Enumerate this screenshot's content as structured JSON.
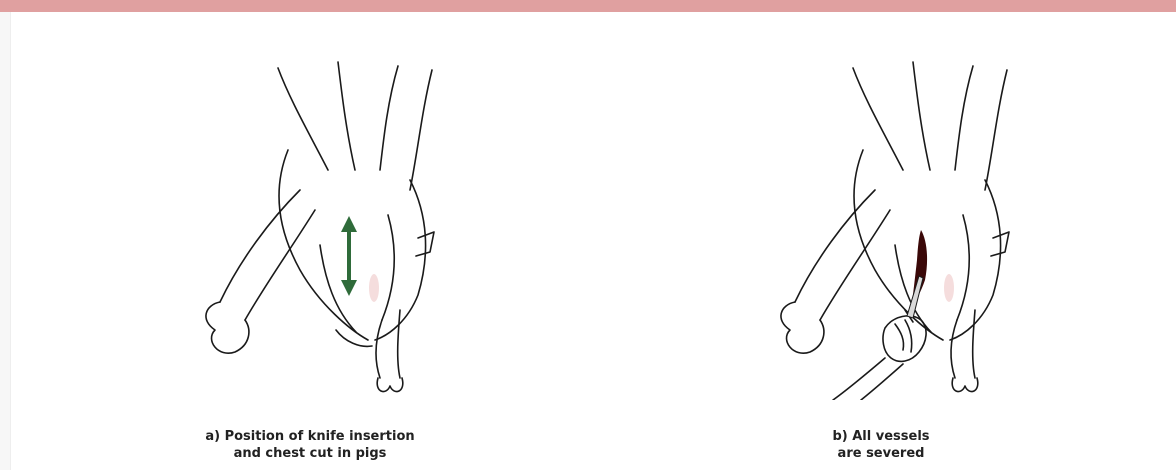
{
  "colors": {
    "header_band": "#e0a0a0",
    "line": "#1a1a1a",
    "arrow": "#2f6b3a",
    "blood": "#3a0808",
    "skin_tint": "#f3d5d5"
  },
  "panels": [
    {
      "caption_line1": "a) Position of knife insertion",
      "caption_line2": "and chest cut in pigs"
    },
    {
      "caption_line1": "b) All vessels",
      "caption_line2": "are severed"
    }
  ]
}
